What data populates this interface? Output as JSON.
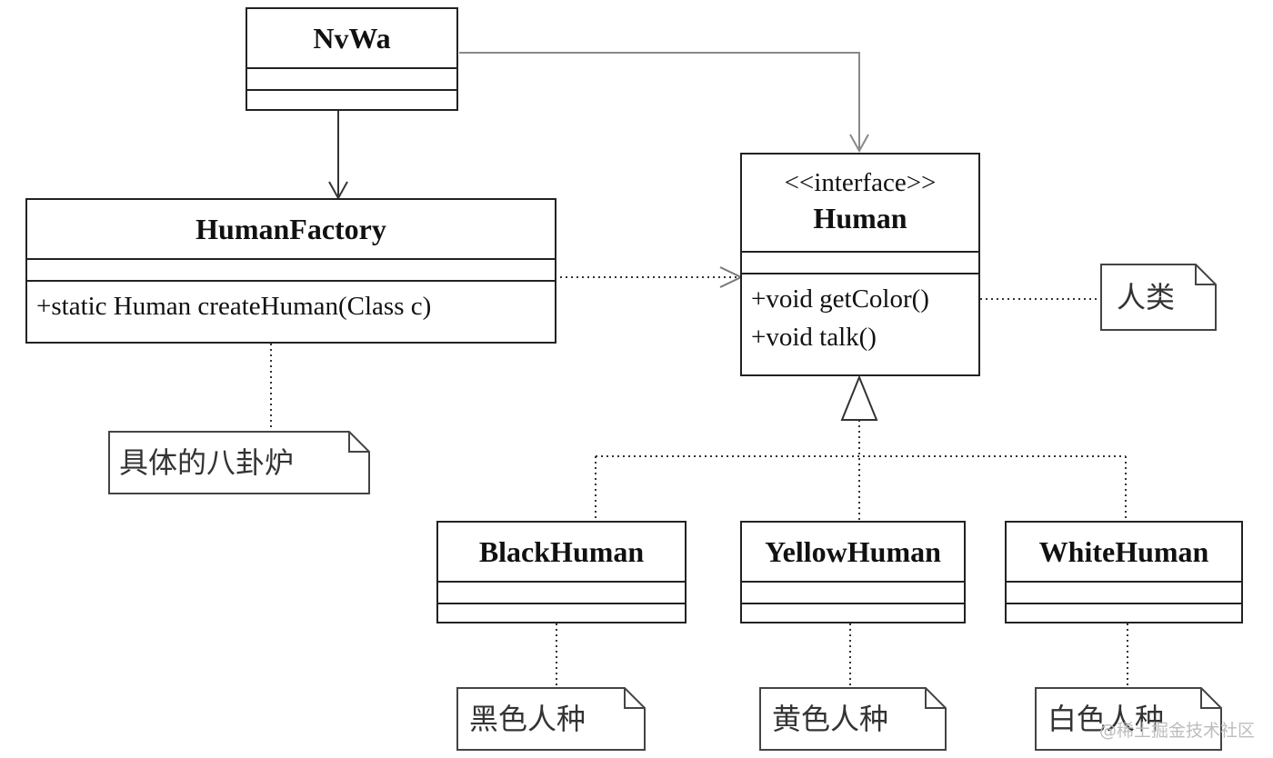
{
  "classes": {
    "nvwa": {
      "name": "NvWa"
    },
    "human_factory": {
      "name": "HumanFactory",
      "operations": [
        "+static Human createHuman(Class c)"
      ]
    },
    "human": {
      "stereotype": "<<interface>>",
      "name": "Human",
      "operations": [
        "+void getColor()",
        "+void talk()"
      ]
    },
    "black_human": {
      "name": "BlackHuman"
    },
    "yellow_human": {
      "name": "YellowHuman"
    },
    "white_human": {
      "name": "WhiteHuman"
    }
  },
  "notes": {
    "factory_note": "具体的八卦炉",
    "human_note": "人类",
    "black_note": "黑色人种",
    "yellow_note": "黄色人种",
    "white_note": "白色人种"
  },
  "watermark": "@稀土掘金技术社区"
}
